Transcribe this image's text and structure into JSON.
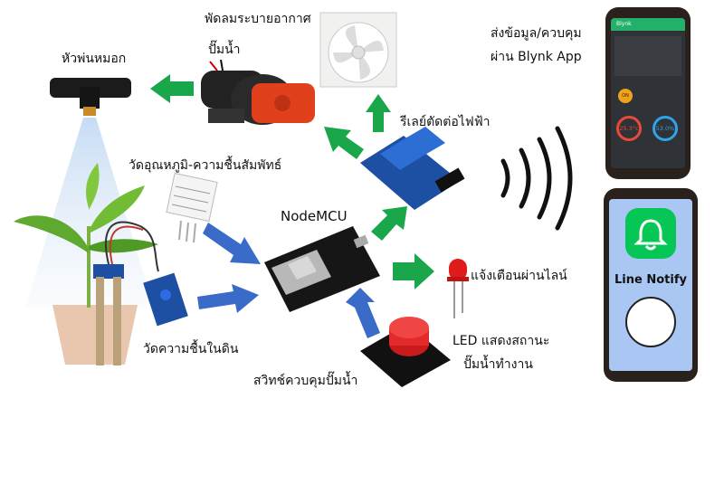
{
  "labels": {
    "fan": "พัดลมระบายอากาศ",
    "pump": "ปั๊มน้ำ",
    "sprayer": "หัวพ่นหมอก",
    "relay": "รีเลย์ตัดต่อไฟฟ้า",
    "temp_sensor": "วัดอุณหภูมิ-ความชื้นสัมพัทธ์",
    "nodemcu": "NodeMCU",
    "soil": "วัดความชื้นในดิน",
    "switch": "สวิทช์ควบคุมปั๊มน้ำ",
    "led_line1": "LED แสดงสถานะ",
    "led_line2": "ปั๊มน้ำทำงาน",
    "line_alert": "แจ้งเตือนผ่านไลน์",
    "blynk_line1": "ส่งข้อมูล/ควบคุม",
    "blynk_line2": "ผ่าน Blynk App"
  },
  "blynk_screen": {
    "header": "Blynk",
    "button": "ON",
    "gauge1": "25.3°c",
    "gauge2": "53.0%"
  },
  "line_screen": {
    "title": "Line Notify"
  },
  "colors": {
    "green_arrow": "#1aa64a",
    "blue_arrow": "#3a6bc9",
    "line_green": "#06c755",
    "phone_screen_blue": "#a9c7f2",
    "relay_blue": "#1d4fa3",
    "pump_red": "#e0401c",
    "led_red": "#e01b1b"
  }
}
